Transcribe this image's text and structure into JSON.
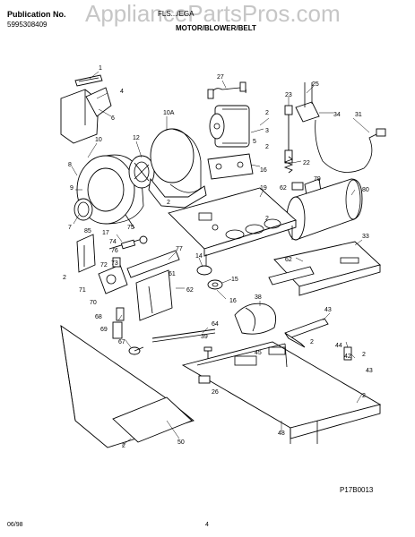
{
  "header": {
    "publication_label": "Publication No.",
    "publication_number": "5995308409",
    "model_text": "FLS.../EGA",
    "section_title": "MOTOR/BLOWER/BELT"
  },
  "watermark": {
    "text": "AppliancePartsPros.com"
  },
  "footer": {
    "date": "06/98",
    "page_number": "4",
    "diagram_code": "P17B0013"
  },
  "callouts": [
    "1",
    "4",
    "6",
    "10",
    "10A",
    "12",
    "8",
    "9",
    "7",
    "2",
    "27",
    "2",
    "23",
    "25",
    "34",
    "31",
    "3",
    "5",
    "16",
    "22",
    "2",
    "19",
    "62",
    "79",
    "80",
    "17",
    "74",
    "75",
    "76",
    "85",
    "72",
    "73",
    "77",
    "14",
    "15",
    "2",
    "62",
    "16",
    "33",
    "71",
    "70",
    "2",
    "62",
    "61",
    "69",
    "68",
    "67",
    "64",
    "39",
    "38",
    "43",
    "2",
    "44",
    "42",
    "2",
    "45",
    "43",
    "2",
    "26",
    "2",
    "50",
    "48"
  ]
}
